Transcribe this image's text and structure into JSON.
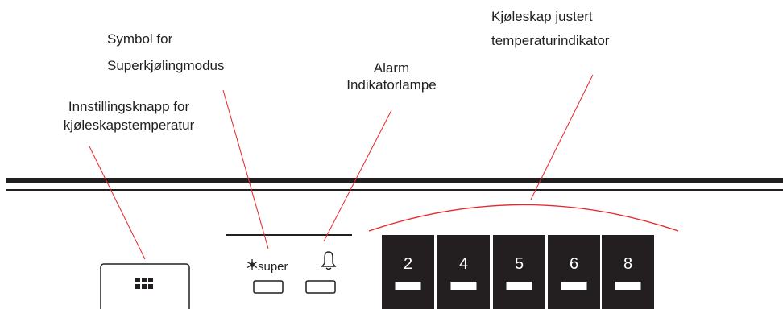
{
  "callouts": {
    "fridge_temp_indicator": {
      "line1": "Kjøleskap justert",
      "line2": "temperaturindikator"
    },
    "super_cooling_symbol": {
      "line1": "Symbol for",
      "line2": "Superkjølingmodus"
    },
    "alarm_lamp": {
      "line1": "Alarm",
      "line2": "Indikatorlampe"
    },
    "temp_setting_button": {
      "line1": "Innstillingsknapp for",
      "line2": "kjøleskapstemperatur"
    }
  },
  "panel": {
    "super_label": "super",
    "temperatures": [
      "2",
      "4",
      "5",
      "6",
      "8"
    ]
  },
  "icons": [
    "grid-icon",
    "snowflake-icon",
    "bell-icon"
  ],
  "colors": {
    "leader_line": "#e8262b",
    "panel_black": "#231f20",
    "text": "#231f20"
  }
}
